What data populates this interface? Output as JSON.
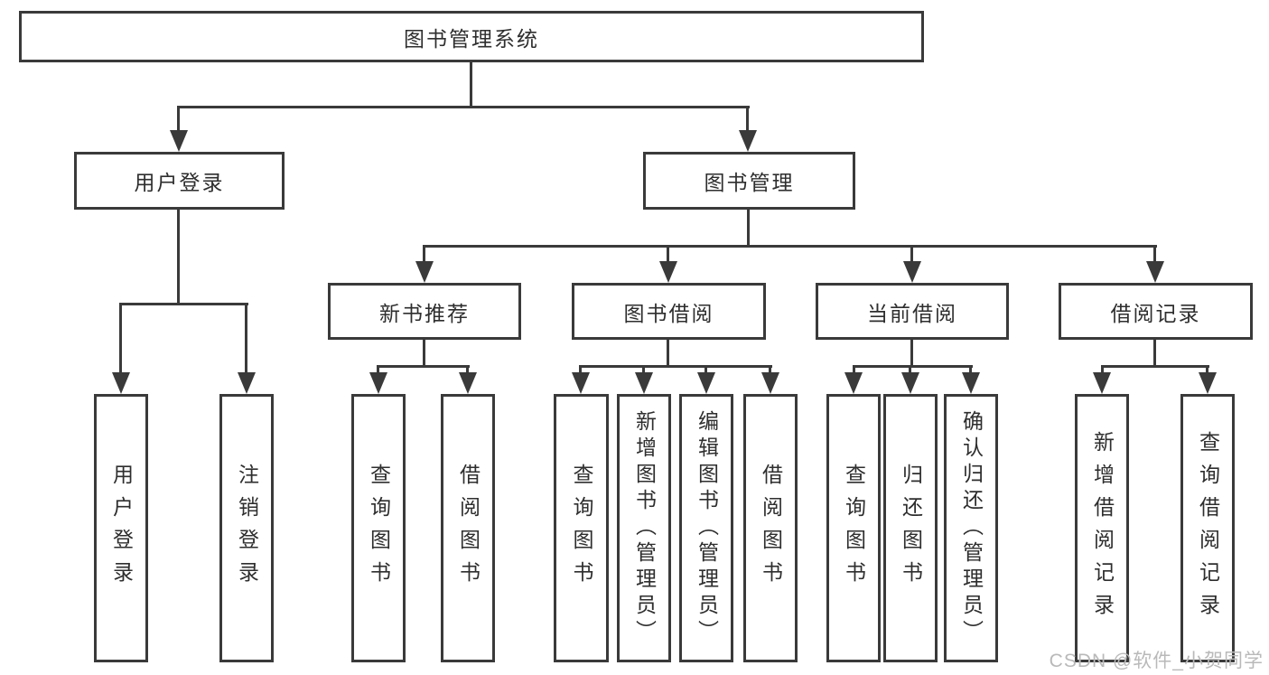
{
  "colors": {
    "line": "#3a3a3a",
    "text": "#2e2e2e",
    "background": "#ffffff",
    "watermark": "#b9b9b9"
  },
  "watermark": "CSDN @软件_小贺同学",
  "tree": {
    "root": "图书管理系统",
    "branches": [
      {
        "label": "用户登录",
        "children": [
          "用户登录",
          "注销登录"
        ]
      },
      {
        "label": "图书管理",
        "children": [
          {
            "label": "新书推荐",
            "children": [
              "查询图书",
              "借阅图书"
            ]
          },
          {
            "label": "图书借阅",
            "children": [
              "查询图书",
              "新增图书（管理员）",
              "编辑图书（管理员）",
              "借阅图书"
            ]
          },
          {
            "label": "当前借阅",
            "children": [
              "查询图书",
              "归还图书",
              "确认归还（管理员）"
            ]
          },
          {
            "label": "借阅记录",
            "children": [
              "新增借阅记录",
              "查询借阅记录"
            ]
          }
        ]
      }
    ]
  }
}
